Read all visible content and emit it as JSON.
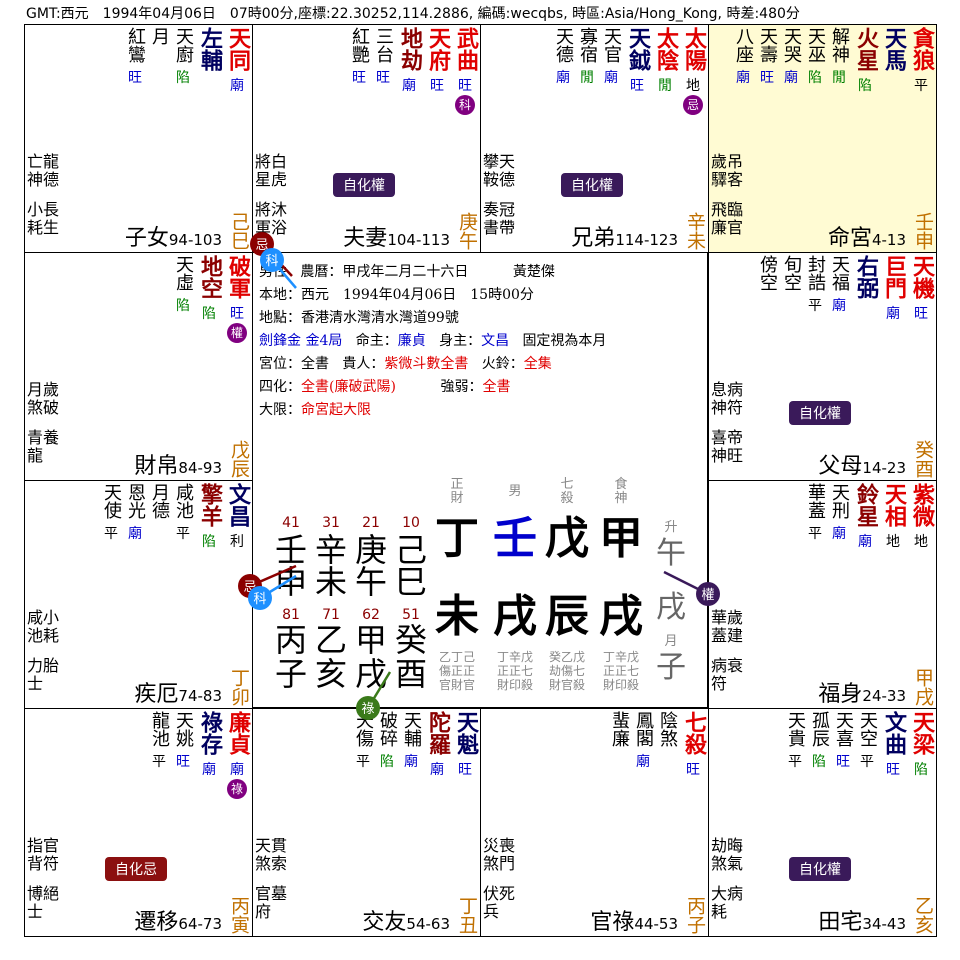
{
  "header": "GMT:西元　1994年04月06日　07時00分,座標:22.30252,114.2886, 編碼:wecqbs, 時區:Asia/Hong_Kong, 時差:480分",
  "colors": {
    "red": "#e00000",
    "blue": "#0000cc",
    "navy": "#000060",
    "green": "#008000",
    "orange": "#c07000",
    "darkred": "#8b0000",
    "purple": "#800080",
    "ming_bg": "#fffbd3"
  },
  "cells": [
    {
      "id": "si",
      "col": 0,
      "row": 0,
      "palace": "子女",
      "age": "94-103",
      "ganzhi": "己巳",
      "side2": "亡龍\n神德",
      "side3": "小長\n耗生",
      "stars": [
        {
          "n": "天同",
          "c": "#e00000",
          "b": "廟",
          "bc": "#0000cc"
        },
        {
          "n": "左輔",
          "c": "#000060",
          "b": "",
          "bc": ""
        },
        {
          "n": "天廚",
          "c": "#000",
          "b": "陷",
          "bc": "#008000",
          "m": true
        },
        {
          "n": "月",
          "c": "#000",
          "b": "",
          "bc": "",
          "m": true
        },
        {
          "n": "紅鸞",
          "c": "#000",
          "b": "旺",
          "bc": "#0000cc",
          "m": true
        }
      ]
    },
    {
      "id": "wu",
      "col": 1,
      "row": 0,
      "palace": "夫妻",
      "age": "104-113",
      "ganzhi": "庚午",
      "side2": "將白\n星虎",
      "side3": "將沐\n軍浴",
      "tag": "自化權",
      "stars": [
        {
          "n": "武曲",
          "c": "#e00000",
          "b": "旺",
          "bc": "#0000cc",
          "badge": "科"
        },
        {
          "n": "天府",
          "c": "#e00000",
          "b": "旺",
          "bc": "#0000cc"
        },
        {
          "n": "地劫",
          "c": "#8b0000",
          "b": "廟",
          "bc": "#0000cc"
        },
        {
          "n": "三台",
          "c": "#000",
          "b": "旺",
          "bc": "#0000cc",
          "m": true
        },
        {
          "n": "紅艷",
          "c": "#000",
          "b": "旺",
          "bc": "#0000cc",
          "m": true
        }
      ]
    },
    {
      "id": "wei",
      "col": 2,
      "row": 0,
      "palace": "兄弟",
      "age": "114-123",
      "ganzhi": "辛未",
      "side2": "攀天\n鞍德",
      "side3": "奏冠\n書帶",
      "tag": "自化權",
      "stars": [
        {
          "n": "太陽",
          "c": "#e00000",
          "b": "地",
          "bc": "#000",
          "badge": "忌"
        },
        {
          "n": "太陰",
          "c": "#e00000",
          "b": "閒",
          "bc": "#008000"
        },
        {
          "n": "天鉞",
          "c": "#000060",
          "b": "旺",
          "bc": "#0000cc"
        },
        {
          "n": "天官",
          "c": "#000",
          "b": "廟",
          "bc": "#0000cc",
          "m": true
        },
        {
          "n": "寡宿",
          "c": "#000",
          "b": "閒",
          "bc": "#008000",
          "m": true
        },
        {
          "n": "天德",
          "c": "#000",
          "b": "廟",
          "bc": "#0000cc",
          "m": true
        }
      ]
    },
    {
      "id": "shen",
      "col": 3,
      "row": 0,
      "ming": true,
      "palace": "命宮",
      "age": "4-13",
      "ganzhi": "壬申",
      "side2": "歲吊\n驛客",
      "side3": "飛臨\n廉官",
      "stars": [
        {
          "n": "貪狼",
          "c": "#e00000",
          "b": "平",
          "bc": "#000"
        },
        {
          "n": "天馬",
          "c": "#000060",
          "b": ""
        },
        {
          "n": "火星",
          "c": "#8b0000",
          "b": "陷",
          "bc": "#008000"
        },
        {
          "n": "解神",
          "c": "#000",
          "b": "閒",
          "bc": "#008000",
          "m": true
        },
        {
          "n": "天巫",
          "c": "#000",
          "b": "陷",
          "bc": "#008000",
          "m": true
        },
        {
          "n": "天哭",
          "c": "#000",
          "b": "廟",
          "bc": "#0000cc",
          "m": true
        },
        {
          "n": "天壽",
          "c": "#000",
          "b": "旺",
          "bc": "#0000cc",
          "m": true
        },
        {
          "n": "八座",
          "c": "#000",
          "b": "廟",
          "bc": "#0000cc",
          "m": true
        }
      ]
    },
    {
      "id": "chen",
      "col": 0,
      "row": 1,
      "palace": "財帛",
      "age": "84-93",
      "ganzhi": "戊辰",
      "side2": "月歲\n煞破",
      "side3": "青養\n龍",
      "stars": [
        {
          "n": "破軍",
          "c": "#e00000",
          "b": "旺",
          "bc": "#0000cc",
          "badge": "權"
        },
        {
          "n": "地空",
          "c": "#8b0000",
          "b": "陷",
          "bc": "#008000"
        },
        {
          "n": "天虛",
          "c": "#000",
          "b": "陷",
          "bc": "#008000",
          "m": true
        }
      ]
    },
    {
      "id": "you",
      "col": 3,
      "row": 1,
      "palace": "父母",
      "age": "14-23",
      "ganzhi": "癸酉",
      "side2": "息病\n神符",
      "side3": "喜帝\n神旺",
      "tag": "自化權",
      "stars": [
        {
          "n": "天機",
          "c": "#e00000",
          "b": "旺",
          "bc": "#0000cc"
        },
        {
          "n": "巨門",
          "c": "#e00000",
          "b": "廟",
          "bc": "#0000cc"
        },
        {
          "n": "右弼",
          "c": "#000060",
          "b": ""
        },
        {
          "n": "天福",
          "c": "#000",
          "b": "廟",
          "bc": "#0000cc",
          "m": true
        },
        {
          "n": "封誥",
          "c": "#000",
          "b": "平",
          "bc": "#000",
          "m": true
        },
        {
          "n": "旬空",
          "c": "#000",
          "b": "",
          "m": true
        },
        {
          "n": "傍空",
          "c": "#000",
          "b": "",
          "m": true
        }
      ]
    },
    {
      "id": "mao",
      "col": 0,
      "row": 2,
      "palace": "疾厄",
      "age": "74-83",
      "ganzhi": "丁卯",
      "side2": "咸小\n池耗",
      "side3": "力胎\n士",
      "stars": [
        {
          "n": "文昌",
          "c": "#000060",
          "b": "利",
          "bc": "#000"
        },
        {
          "n": "擎羊",
          "c": "#8b0000",
          "b": "陷",
          "bc": "#008000"
        },
        {
          "n": "咸池",
          "c": "#000",
          "b": "平",
          "bc": "#000",
          "m": true
        },
        {
          "n": "月德",
          "c": "#000",
          "b": "",
          "m": true
        },
        {
          "n": "恩光",
          "c": "#000",
          "b": "廟",
          "bc": "#0000cc",
          "m": true
        },
        {
          "n": "天使",
          "c": "#000",
          "b": "平",
          "bc": "#000",
          "m": true
        }
      ]
    },
    {
      "id": "xu",
      "col": 3,
      "row": 2,
      "palace": "福身",
      "age": "24-33",
      "ganzhi": "甲戌",
      "side2": "華歲\n蓋建",
      "side3": "病衰\n符",
      "stars": [
        {
          "n": "紫微",
          "c": "#e00000",
          "b": "地",
          "bc": "#000"
        },
        {
          "n": "天相",
          "c": "#e00000",
          "b": "地",
          "bc": "#000"
        },
        {
          "n": "鈴星",
          "c": "#8b0000",
          "b": "廟",
          "bc": "#0000cc"
        },
        {
          "n": "天刑",
          "c": "#000",
          "b": "廟",
          "bc": "#0000cc",
          "m": true
        },
        {
          "n": "華蓋",
          "c": "#000",
          "b": "平",
          "bc": "#000",
          "m": true
        }
      ]
    },
    {
      "id": "yin",
      "col": 0,
      "row": 3,
      "palace": "遷移",
      "age": "64-73",
      "ganzhi": "丙寅",
      "side2": "指官\n背符",
      "side3": "博絕\n士",
      "tag": "自化忌",
      "tagred": true,
      "stars": [
        {
          "n": "廉貞",
          "c": "#e00000",
          "b": "廟",
          "bc": "#0000cc",
          "badge": "祿"
        },
        {
          "n": "祿存",
          "c": "#000060",
          "b": "廟",
          "bc": "#0000cc"
        },
        {
          "n": "天姚",
          "c": "#000",
          "b": "旺",
          "bc": "#0000cc",
          "m": true
        },
        {
          "n": "龍池",
          "c": "#000",
          "b": "平",
          "bc": "#000",
          "m": true
        }
      ]
    },
    {
      "id": "chou",
      "col": 1,
      "row": 3,
      "palace": "交友",
      "age": "54-63",
      "ganzhi": "丁丑",
      "side2": "天貫\n煞索",
      "side3": "官墓\n府",
      "stars": [
        {
          "n": "天魁",
          "c": "#000060",
          "b": "旺",
          "bc": "#0000cc"
        },
        {
          "n": "陀羅",
          "c": "#8b0000",
          "b": "廟",
          "bc": "#0000cc"
        },
        {
          "n": "天輔",
          "c": "#000",
          "b": "廟",
          "bc": "#0000cc",
          "m": true
        },
        {
          "n": "破碎",
          "c": "#000",
          "b": "陷",
          "bc": "#008000",
          "m": true
        },
        {
          "n": "天傷",
          "c": "#000",
          "b": "平",
          "bc": "#000",
          "m": true
        }
      ]
    },
    {
      "id": "zi",
      "col": 2,
      "row": 3,
      "palace": "官祿",
      "age": "44-53",
      "ganzhi": "丙子",
      "side2": "災喪\n煞門",
      "side3": "伏死\n兵",
      "stars": [
        {
          "n": "七殺",
          "c": "#e00000",
          "b": "旺",
          "bc": "#0000cc"
        },
        {
          "n": "陰煞",
          "c": "#000",
          "b": "",
          "m": true
        },
        {
          "n": "鳳閣",
          "c": "#000",
          "b": "廟",
          "bc": "#0000cc",
          "m": true
        },
        {
          "n": "蜚廉",
          "c": "#000",
          "b": "",
          "m": true
        }
      ]
    },
    {
      "id": "hai",
      "col": 3,
      "row": 3,
      "palace": "田宅",
      "age": "34-43",
      "ganzhi": "乙亥",
      "side2": "劫晦\n煞氣",
      "side3": "大病\n耗",
      "tag": "自化權",
      "stars": [
        {
          "n": "天梁",
          "c": "#e00000",
          "b": "陷",
          "bc": "#008000"
        },
        {
          "n": "文曲",
          "c": "#000060",
          "b": "旺",
          "bc": "#0000cc"
        },
        {
          "n": "天空",
          "c": "#000",
          "b": "平",
          "bc": "#000",
          "m": true
        },
        {
          "n": "天喜",
          "c": "#000",
          "b": "旺",
          "bc": "#0000cc",
          "m": true
        },
        {
          "n": "孤辰",
          "c": "#000",
          "b": "陷",
          "bc": "#008000",
          "m": true
        },
        {
          "n": "天貴",
          "c": "#000",
          "b": "平",
          "bc": "#000",
          "m": true
        }
      ]
    }
  ],
  "info": {
    "line1a": "男性",
    "line1b": "農曆：甲戌年二月二十六日",
    "name": "黃楚傑",
    "line2": "本地：西元　1994年04月06日　15時00分",
    "line3": "地點：香港清水灣清水灣道99號",
    "ju": "劍鋒金 金4局",
    "mingzhu_label": "命主：",
    "mingzhu": "廉貞",
    "shenzhu_label": "身主：",
    "shenzhu": "文昌",
    "fixed": "固定視為本月",
    "gongwei_label": "宮位：全書",
    "guiren_label": "貴人：",
    "guiren": "紫微斗數全書",
    "huoling_label": "火鈴：",
    "huoling": "全集",
    "sihua_label": "四化：",
    "sihua": "全書(廉破武陽)",
    "qiangruo_label": "強弱：",
    "qiangruo": "全書",
    "daxian_label": "大限：",
    "daxian": "命宮起大限"
  },
  "pillars": {
    "dayun_ages_top": [
      "41",
      "31",
      "21",
      "10"
    ],
    "dayun_stems": [
      "壬",
      "辛",
      "庚",
      "己"
    ],
    "dayun_branches_top": [
      "申",
      "未",
      "午",
      "巳"
    ],
    "dayun_ages_bottom": [
      "81",
      "71",
      "62",
      "51"
    ],
    "dayun_stems2": [
      "丙",
      "乙",
      "甲",
      "癸"
    ],
    "dayun_branches2": [
      "子",
      "亥",
      "戌",
      "酉"
    ],
    "ten_gods": [
      "正財",
      "男",
      "七殺",
      "食神"
    ],
    "main_stems": [
      "丁",
      "壬",
      "戊",
      "甲"
    ],
    "main_branches": [
      "未",
      "戌",
      "辰",
      "戌"
    ],
    "hidden": [
      "乙丁己\n傷正正\n官財官",
      "丁辛戊\n正正七\n財印殺",
      "癸乙戊\n劫傷七\n財官殺",
      "丁辛戊\n正正七\n財印殺"
    ],
    "sheng": "升",
    "sheng_stem": "午",
    "sheng_branch": "戌",
    "yue": "月",
    "yue_branch": "子"
  },
  "markers": [
    {
      "label": "忌",
      "color": "#8b0000"
    },
    {
      "label": "科",
      "color": "#1e90ff"
    },
    {
      "label": "權",
      "color": "#3a1a5a"
    },
    {
      "label": "祿",
      "color": "#3a7a1a"
    }
  ]
}
